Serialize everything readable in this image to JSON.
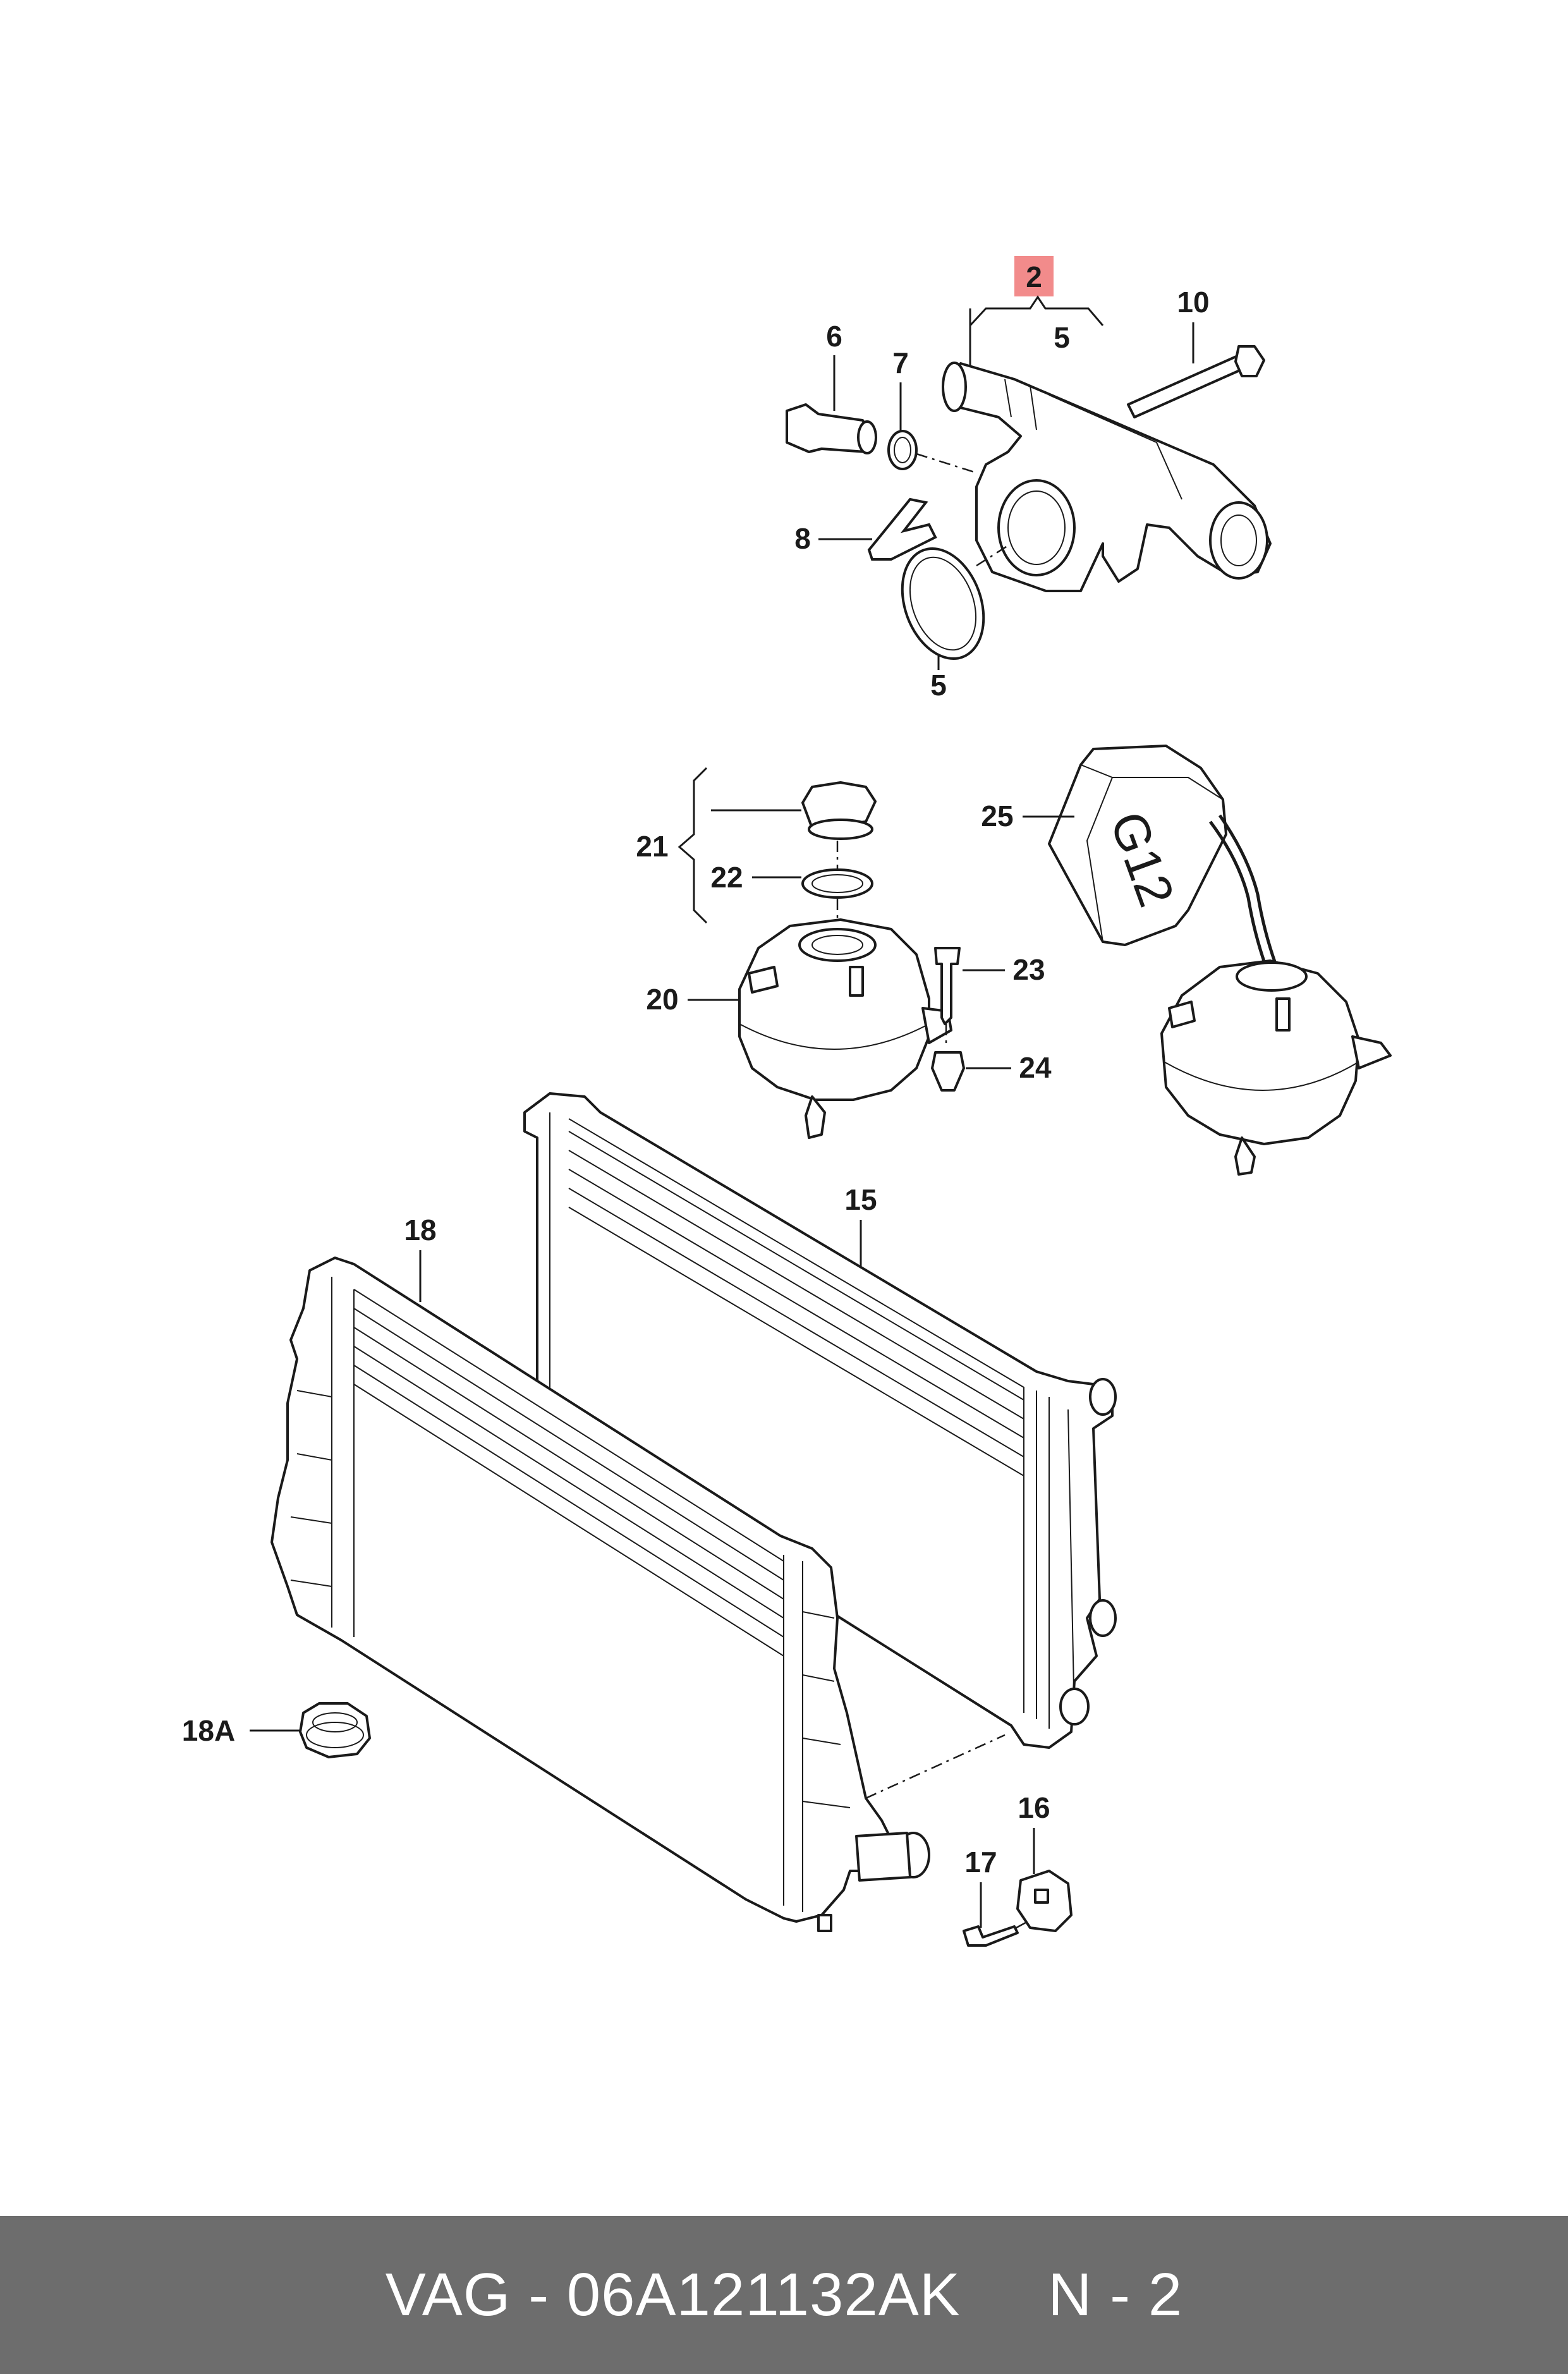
{
  "callouts": {
    "c2": "2",
    "c5a": "5",
    "c5b": "5",
    "c6": "6",
    "c7": "7",
    "c8": "8",
    "c10": "10",
    "c15": "15",
    "c16": "16",
    "c17": "17",
    "c18": "18",
    "c18a": "18A",
    "c20": "20",
    "c21": "21",
    "c22": "22",
    "c23": "23",
    "c24": "24",
    "c25": "25"
  },
  "bottle_label": "G12",
  "highlight_color": "#f28b8b",
  "footer": {
    "text": "VAG - 06A121132AK     N - 2",
    "background": "#6d6d6d"
  }
}
